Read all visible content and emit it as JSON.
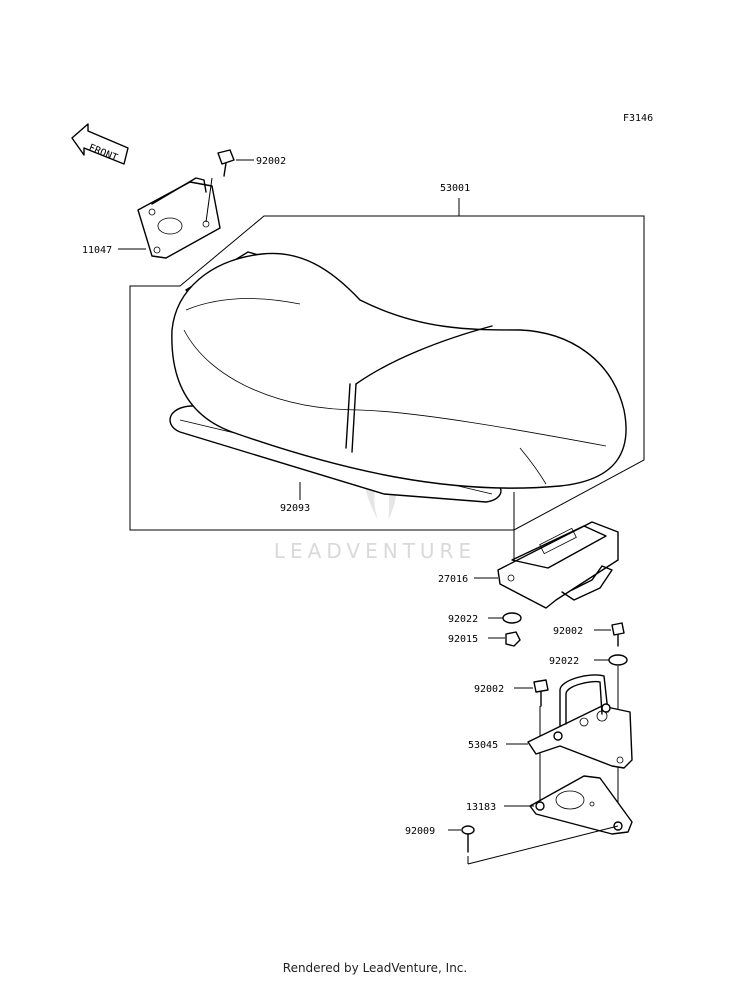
{
  "figure_code": "F3146",
  "front_arrow_text": "FRONT",
  "watermark_text": "LEADVENTURE",
  "footer_text": "Rendered by LeadVenture, Inc.",
  "parts": {
    "seat_assembly": "53001",
    "seat_bracket_front": "11047",
    "bolt_front": "92002",
    "seat_trim": "92093",
    "seat_hook": "27016",
    "washer_upper": "92022",
    "nut": "92015",
    "bolt_right_upper": "92002",
    "washer_right": "92022",
    "bolt_left": "92002",
    "hook_bracket": "53045",
    "base_plate": "13183",
    "screw": "92009"
  },
  "colors": {
    "line": "#000000",
    "watermark": "#d9d9d9"
  }
}
